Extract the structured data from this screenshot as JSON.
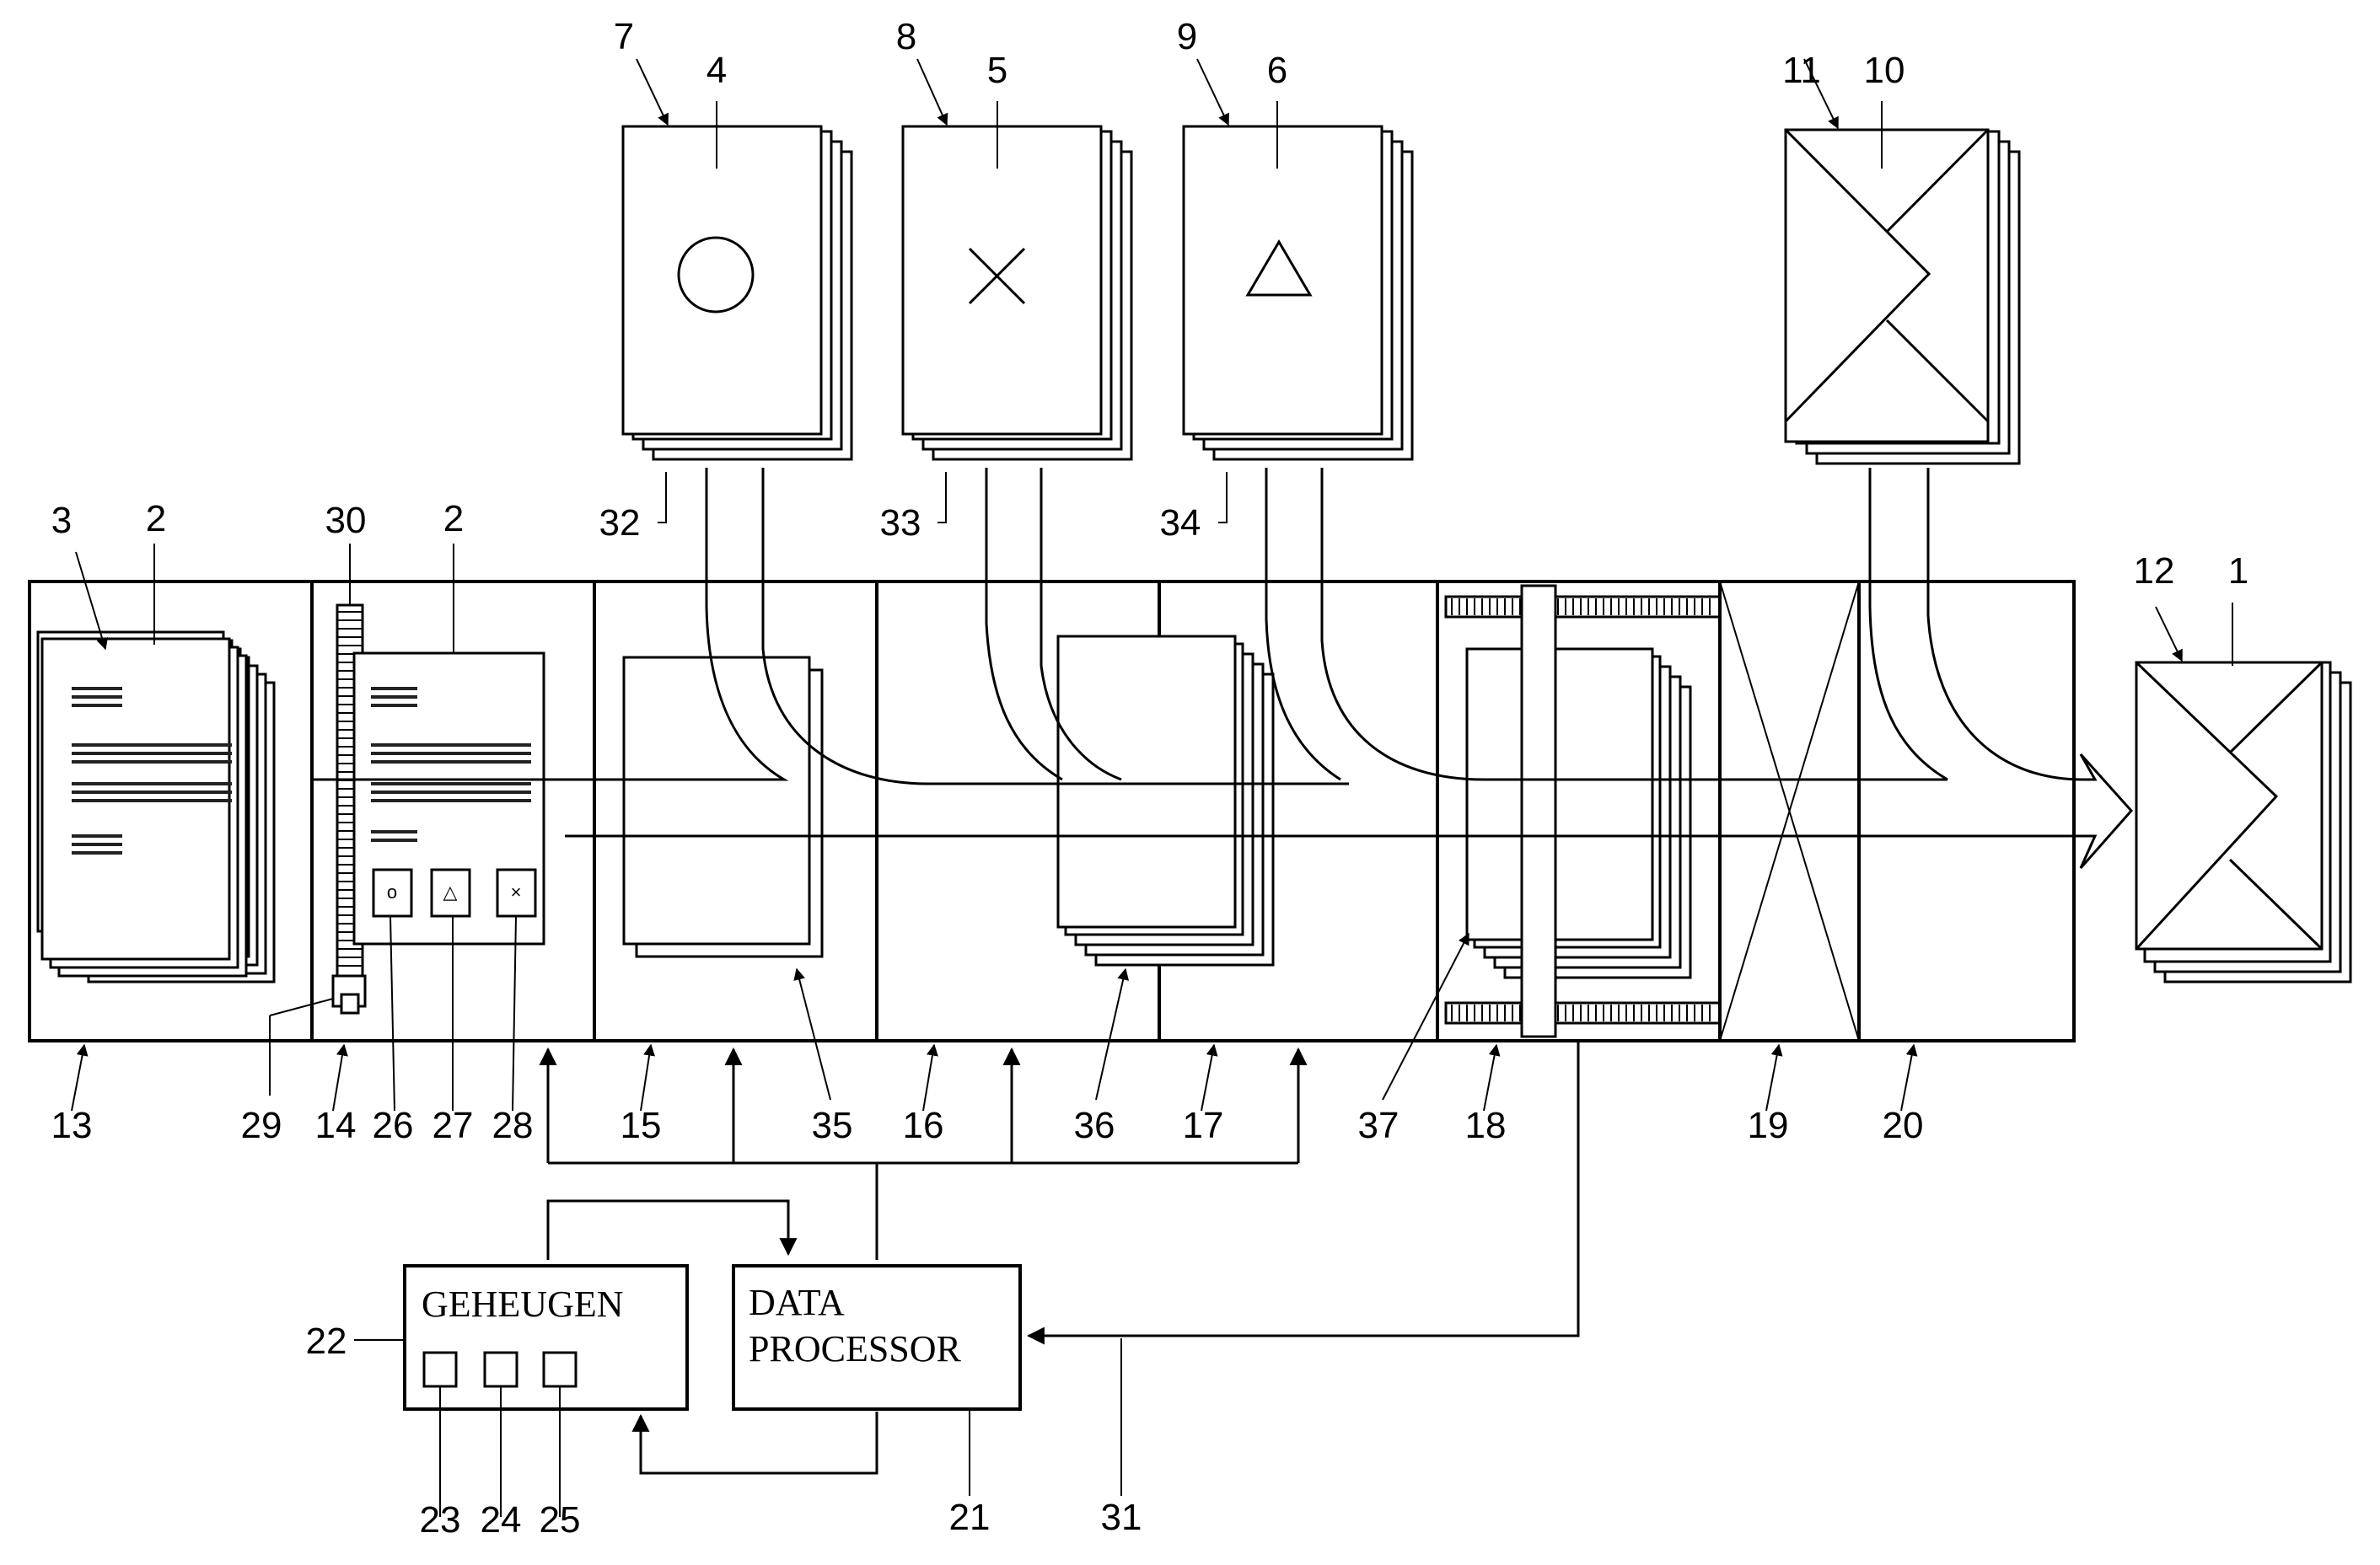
{
  "boxes": {
    "memory": {
      "line1": "GEHEUGEN"
    },
    "processor": {
      "line1": "DATA",
      "line2": "PROCESSOR"
    }
  },
  "symbols": {
    "circle": "o",
    "triangle": "△",
    "cross": "×"
  },
  "refs": {
    "r1": "1",
    "r2a": "2",
    "r2b": "2",
    "r3": "3",
    "r4": "4",
    "r5": "5",
    "r6": "6",
    "r7": "7",
    "r8": "8",
    "r9": "9",
    "r10": "10",
    "r11": "11",
    "r12": "12",
    "r13": "13",
    "r14": "14",
    "r15": "15",
    "r16": "16",
    "r17": "17",
    "r18": "18",
    "r19": "19",
    "r20": "20",
    "r21": "21",
    "r22": "22",
    "r23": "23",
    "r24": "24",
    "r25": "25",
    "r26": "26",
    "r27": "27",
    "r28": "28",
    "r29": "29",
    "r30": "30",
    "r31": "31",
    "r32": "32",
    "r33": "33",
    "r34": "34",
    "r35": "35",
    "r36": "36",
    "r37": "37"
  }
}
